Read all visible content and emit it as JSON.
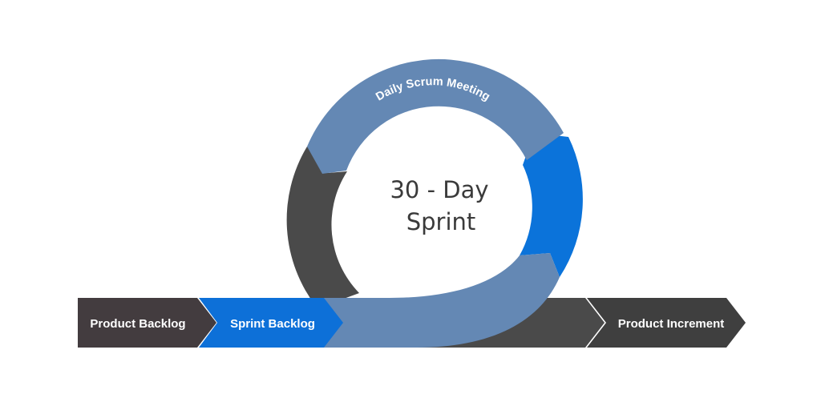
{
  "diagram": {
    "center": {
      "line1": "30 - Day",
      "line2": "Sprint"
    },
    "cycle_label": "Daily Scrum Meeting",
    "stages": [
      {
        "label": "Product Backlog"
      },
      {
        "label": "Sprint Backlog"
      },
      {
        "label": "Product Increment"
      }
    ]
  },
  "colors": {
    "product_backlog": "#433c3f",
    "sprint_backlog": "#0d70d8",
    "loop_gray": "#4a4a4a",
    "loop_steel": "#6488b4",
    "loop_blue": "#0b73da",
    "product_increment": "#3f3f3f",
    "center_text": "#3a3a3a",
    "background": "#ffffff"
  }
}
